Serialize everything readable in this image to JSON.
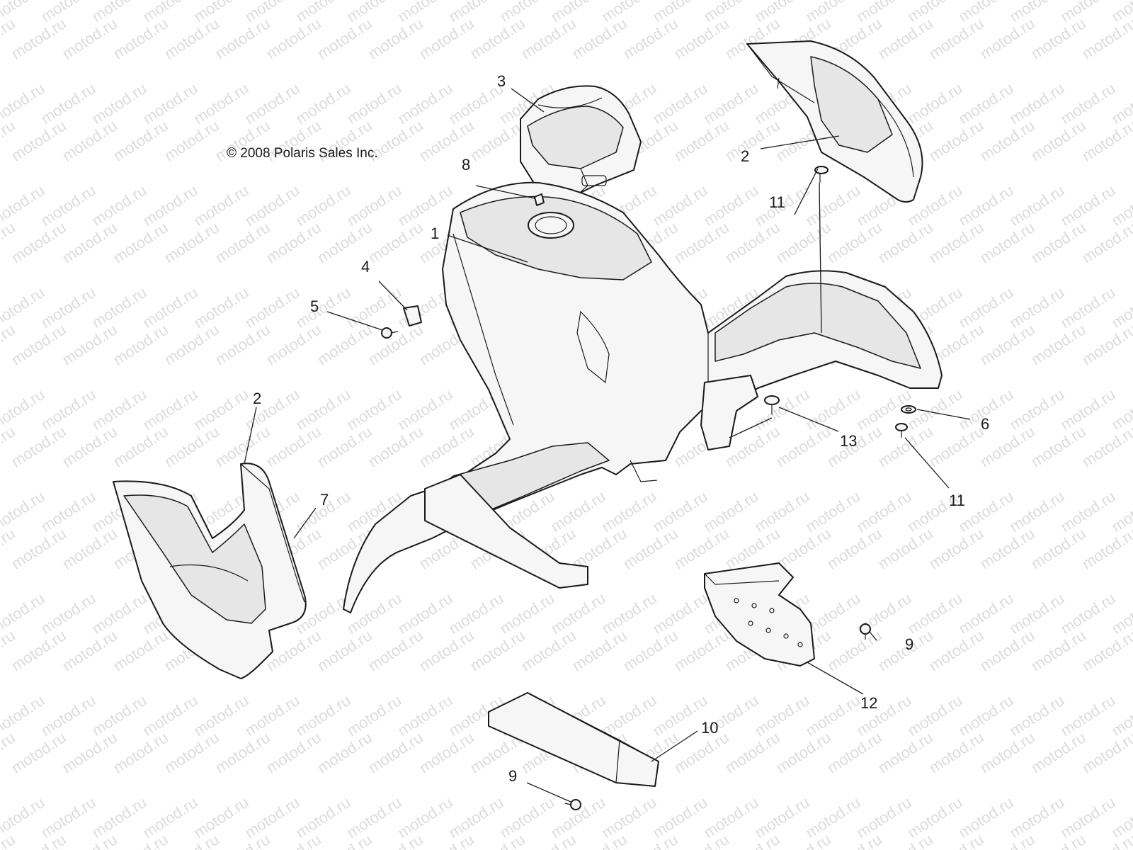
{
  "copyright": "© 2008 Polaris Sales Inc.",
  "watermark_text": "motod.ru",
  "callouts": [
    {
      "label": "1",
      "part": "main-body-panel"
    },
    {
      "label": "2",
      "part": "side-panel-right"
    },
    {
      "label": "2",
      "part": "side-panel-left"
    },
    {
      "label": "3",
      "part": "console-cover"
    },
    {
      "label": "4",
      "part": "clip-nut"
    },
    {
      "label": "5",
      "part": "screw"
    },
    {
      "label": "6",
      "part": "washer"
    },
    {
      "label": "7",
      "part": "side-panel-edge"
    },
    {
      "label": "8",
      "part": "label-decal"
    },
    {
      "label": "9",
      "part": "screw-lower"
    },
    {
      "label": "9",
      "part": "screw-right"
    },
    {
      "label": "10",
      "part": "heat-shield-lower"
    },
    {
      "label": "11",
      "part": "push-rivet-top"
    },
    {
      "label": "11",
      "part": "push-rivet-right"
    },
    {
      "label": "12",
      "part": "heat-shield-right"
    },
    {
      "label": "13",
      "part": "push-rivet-center"
    }
  ]
}
